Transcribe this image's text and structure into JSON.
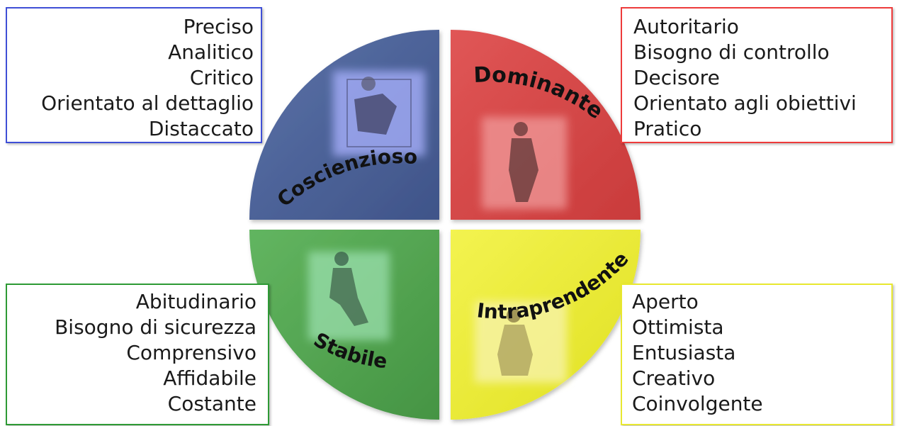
{
  "quadrants": {
    "top_left": {
      "label": "Coscienzioso",
      "color": "#4a6398",
      "border": "#3f4fd6",
      "traits": [
        "Preciso",
        "Analitico",
        "Critico",
        "Orientato al dettaglio",
        "Distaccato"
      ]
    },
    "top_right": {
      "label": "Dominante",
      "color": "#d84a4a",
      "border": "#ee3b3b",
      "traits": [
        "Autoritario",
        "Bisogno di controllo",
        "Decisore",
        "Orientato agli obiettivi",
        "Pratico"
      ]
    },
    "bottom_left": {
      "label": "Stabile",
      "color": "#55a853",
      "border": "#2e9a35",
      "traits": [
        "Abitudinario",
        "Bisogno di sicurezza",
        "Comprensivo",
        "Affidabile",
        "Costante"
      ]
    },
    "bottom_right": {
      "label": "Intraprendente",
      "color": "#ecec3a",
      "border": "#e8e830",
      "traits": [
        "Aperto",
        "Ottimista",
        "Entusiasta",
        "Creativo",
        "Coinvolgente"
      ]
    }
  }
}
